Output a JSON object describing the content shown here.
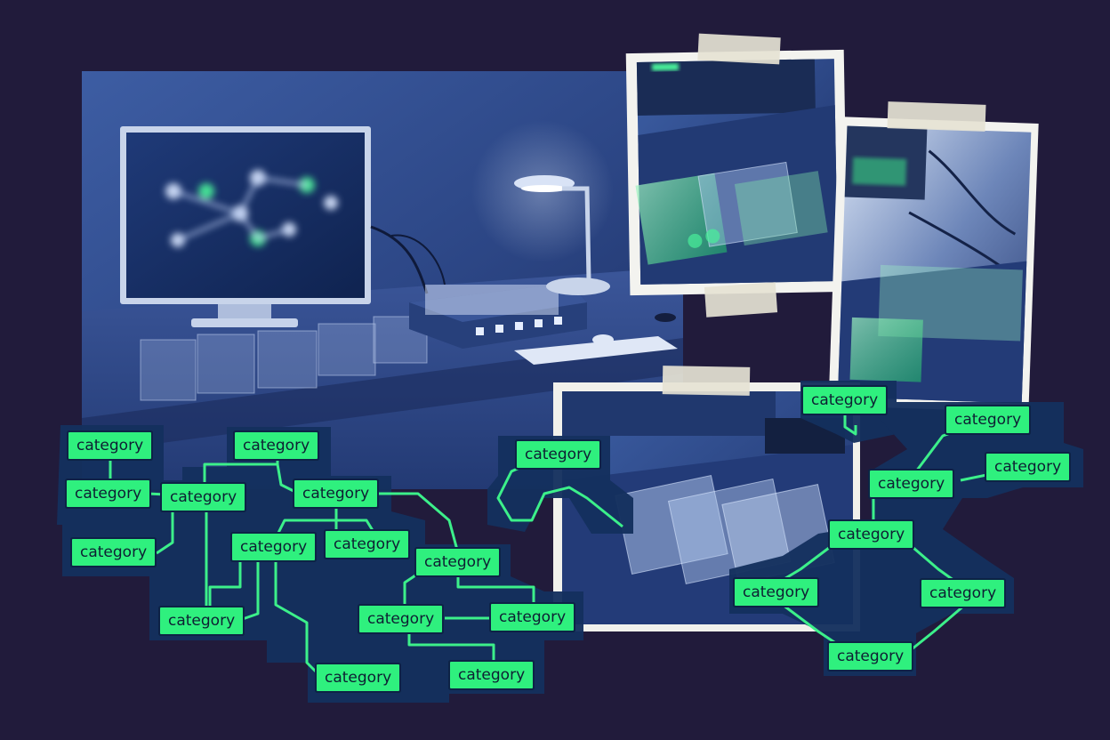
{
  "colors": {
    "background": "#211b3b",
    "node_fill": "#2ff07e",
    "node_text": "#0e1f33",
    "connector": "#3cf08a",
    "cutout": "#14305e",
    "photo_blue": "#2f4f8e",
    "tape": "#e6e3d4"
  },
  "icons": {
    "monitor": "monitor-icon",
    "desk_lamp": "desk-lamp-icon",
    "keyboard": "keyboard-icon",
    "mouse": "mouse-icon",
    "card_tray": "card-tray-icon"
  },
  "nodes": [
    {
      "id": "n1",
      "label": "category"
    },
    {
      "id": "n2",
      "label": "category"
    },
    {
      "id": "n3",
      "label": "category"
    },
    {
      "id": "n4",
      "label": "category"
    },
    {
      "id": "n5",
      "label": "category"
    },
    {
      "id": "n6",
      "label": "category"
    },
    {
      "id": "n7",
      "label": "category"
    },
    {
      "id": "n8",
      "label": "category"
    },
    {
      "id": "n9",
      "label": "category"
    },
    {
      "id": "n10",
      "label": "category"
    },
    {
      "id": "n11",
      "label": "category"
    },
    {
      "id": "n12",
      "label": "category"
    },
    {
      "id": "n13",
      "label": "category"
    },
    {
      "id": "n14",
      "label": "category"
    },
    {
      "id": "n15",
      "label": "category"
    },
    {
      "id": "n16",
      "label": "category"
    },
    {
      "id": "n17",
      "label": "category"
    },
    {
      "id": "n18",
      "label": "category"
    },
    {
      "id": "n19",
      "label": "category"
    },
    {
      "id": "n20",
      "label": "category"
    },
    {
      "id": "n21",
      "label": "category"
    },
    {
      "id": "n22",
      "label": "category"
    }
  ]
}
